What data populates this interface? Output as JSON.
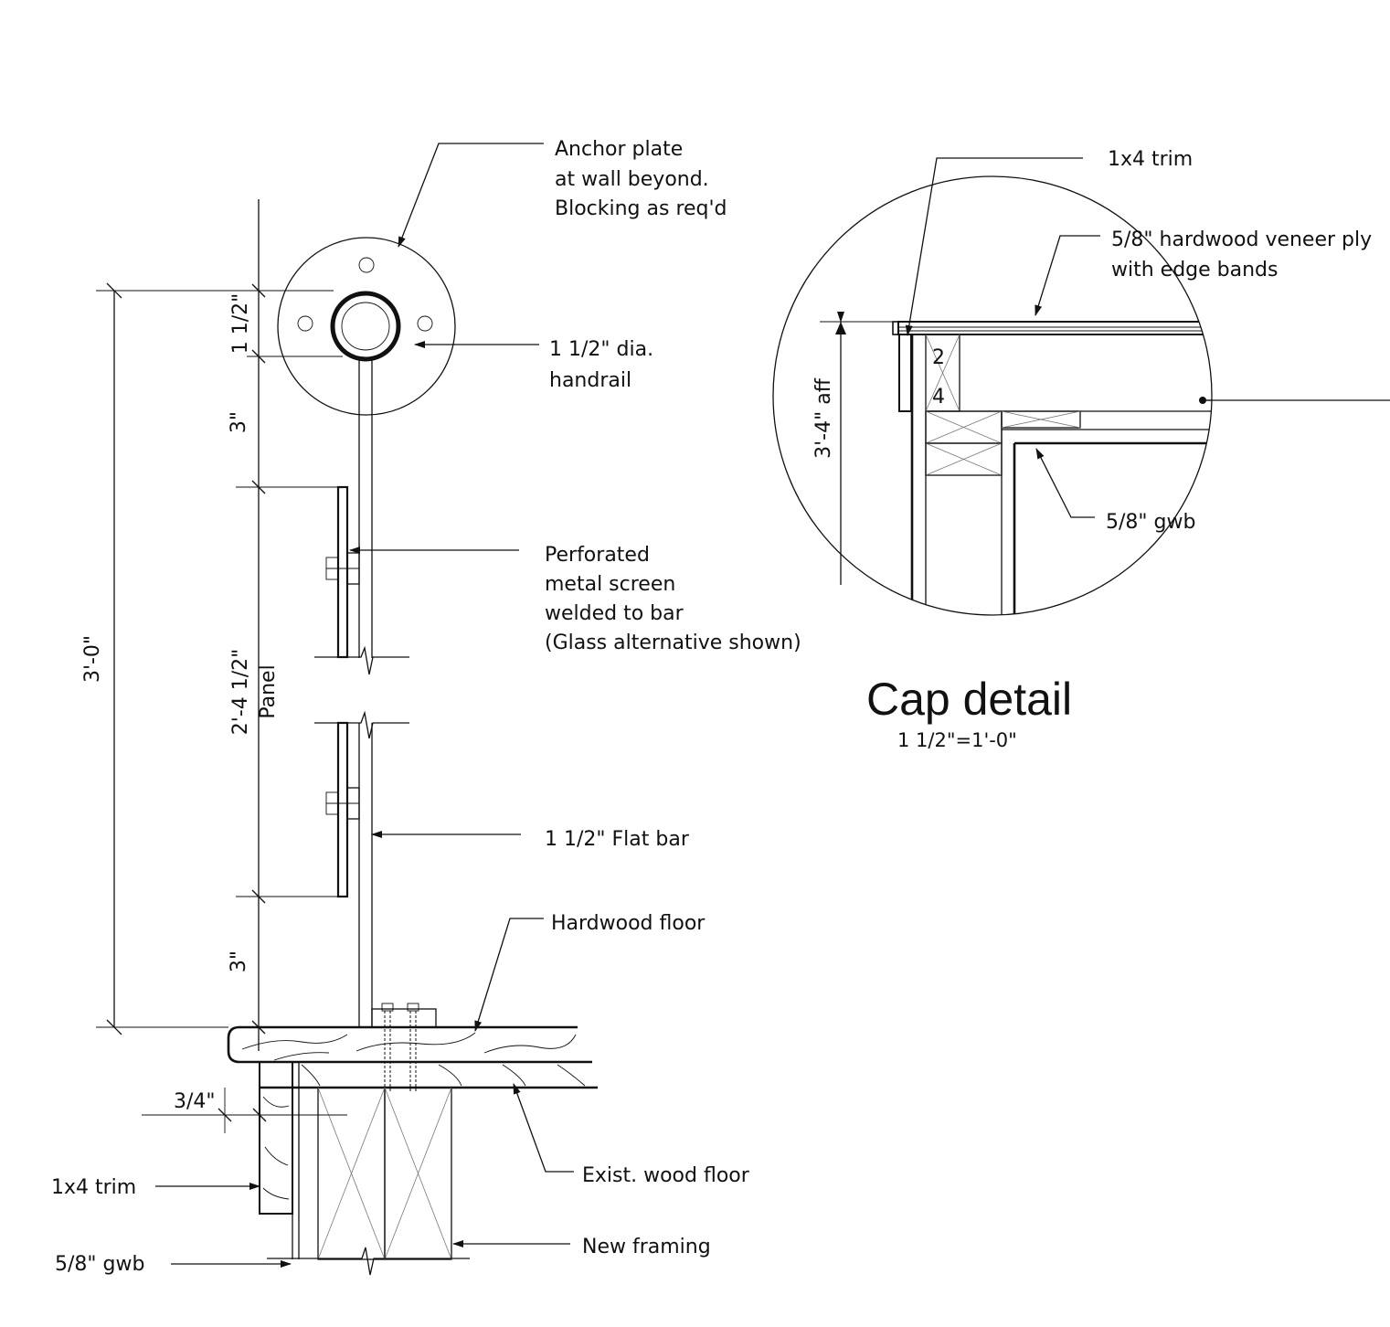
{
  "notes": {
    "anchor_plate": [
      "Anchor plate",
      "at wall beyond.",
      "Blocking as req'd"
    ],
    "handrail": [
      "1 1/2\" dia.",
      "handrail"
    ],
    "screen": [
      "Perforated",
      "metal screen",
      "welded to bar",
      "(Glass alternative shown)"
    ],
    "flat_bar": "1 1/2\" Flat bar",
    "hardwood_floor": "Hardwood floor",
    "exist_floor": "Exist. wood floor",
    "new_framing": "New framing",
    "trim_section": "1x4 trim",
    "gwb_section": "5/8\" gwb"
  },
  "dimensions": {
    "overall": "3'-0\"",
    "rail_dia": "1 1/2\"",
    "gap_top": "3\"",
    "panel": "2'-4 1/2\"",
    "panel_label": "Panel",
    "gap_bottom": "3\"",
    "trim_offset": "3/4\""
  },
  "cap_detail": {
    "title": "Cap detail",
    "scale": "1 1/2\"=1'-0\"",
    "trim": "1x4 trim",
    "ply": [
      "5/8\" hardwood veneer ply",
      "with edge bands"
    ],
    "gwb": "5/8\" gwb",
    "height": "3'-4\" aff",
    "stud_2x4": [
      "2",
      "4"
    ]
  }
}
